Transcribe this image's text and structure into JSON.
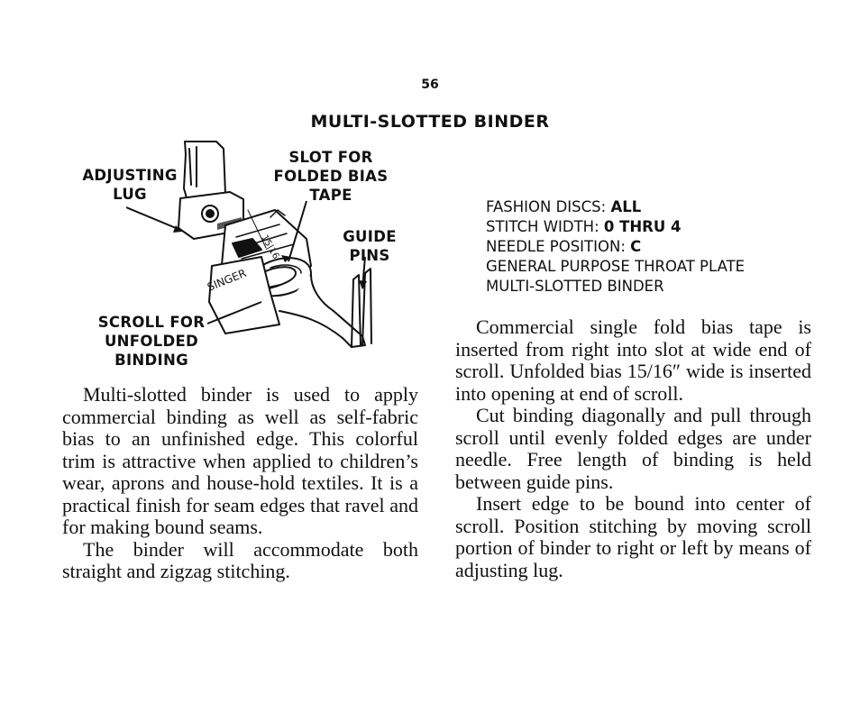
{
  "page_number": "56",
  "title": "MULTI-SLOTTED BINDER",
  "callouts": {
    "adjusting_lug": [
      "ADJUSTING",
      "LUG"
    ],
    "slot": [
      "SLOT FOR",
      "FOLDED BIAS",
      "TAPE"
    ],
    "guide_pins": [
      "GUIDE",
      "PINS"
    ],
    "scroll": [
      "SCROLL FOR",
      "UNFOLDED",
      "BINDING"
    ]
  },
  "diagram": {
    "brand": "SINGER",
    "numerals": "15|16"
  },
  "settings": [
    {
      "label": "FASHION DISCS: ",
      "value": "ALL"
    },
    {
      "label": "STITCH WIDTH: ",
      "value": "0 THRU 4"
    },
    {
      "label": "NEEDLE POSITION: ",
      "value": "C"
    },
    {
      "label": "GENERAL PURPOSE THROAT PLATE",
      "value": ""
    },
    {
      "label": "MULTI-SLOTTED BINDER",
      "value": ""
    }
  ],
  "left_paragraphs": [
    "Multi-slotted binder is used to apply commercial binding as well as self-fabric bias to an unfinished edge. This colorful trim is attractive when applied to children’s wear, aprons and house-hold textiles. It is a practical finish for seam edges that ravel and for making bound seams.",
    "The binder will accommodate both straight and zigzag stitching."
  ],
  "right_paragraphs": [
    "Commercial single fold bias tape is inserted from right into slot at wide end of scroll. Unfolded bias 15/16″ wide is inserted into opening at end of scroll.",
    "Cut binding diagonally and pull through scroll until evenly folded edges are under needle. Free length of binding is held between guide pins.",
    "Insert edge to be bound into center of scroll. Position stitching by moving scroll portion of binder to right or left by means of adjusting lug."
  ]
}
